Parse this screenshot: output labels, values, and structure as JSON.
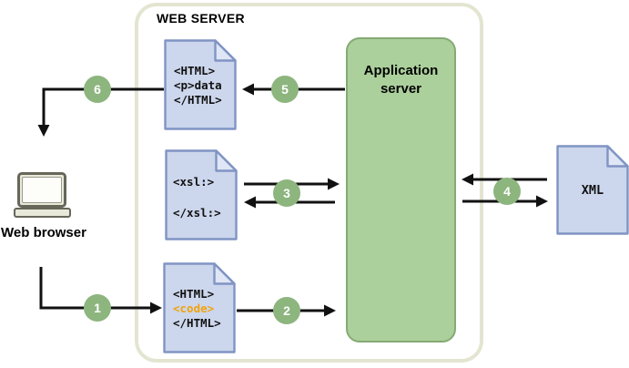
{
  "container": {
    "title": "WEB SERVER"
  },
  "app_server": {
    "label": "Application server"
  },
  "browser": {
    "label": "Web browser"
  },
  "documents": {
    "html_response": {
      "line1": "<HTML>",
      "line2": "<p>data",
      "line3": "</HTML>"
    },
    "xsl": {
      "line1": "<xsl:>",
      "line2": "</xsl:>"
    },
    "html_code": {
      "line1": "<HTML>",
      "line2": "<code>",
      "line3": "</HTML>"
    },
    "xml": {
      "label": "XML"
    }
  },
  "steps": {
    "s1": "1",
    "s2": "2",
    "s3": "3",
    "s4": "4",
    "s5": "5",
    "s6": "6"
  },
  "colors": {
    "container-border": "#e4e5d1",
    "doc-fill": "#ccd6ec",
    "doc-border": "#8094c4",
    "fold-fill": "#dfe6f5",
    "app-fill": "#acd09c",
    "app-border": "#84aa73",
    "circle-fill": "#8db57e",
    "code-orange": "#f0a30c",
    "arrow": "#111111",
    "laptop-fill": "#e9e9d9",
    "laptop-border": "#66665a"
  }
}
